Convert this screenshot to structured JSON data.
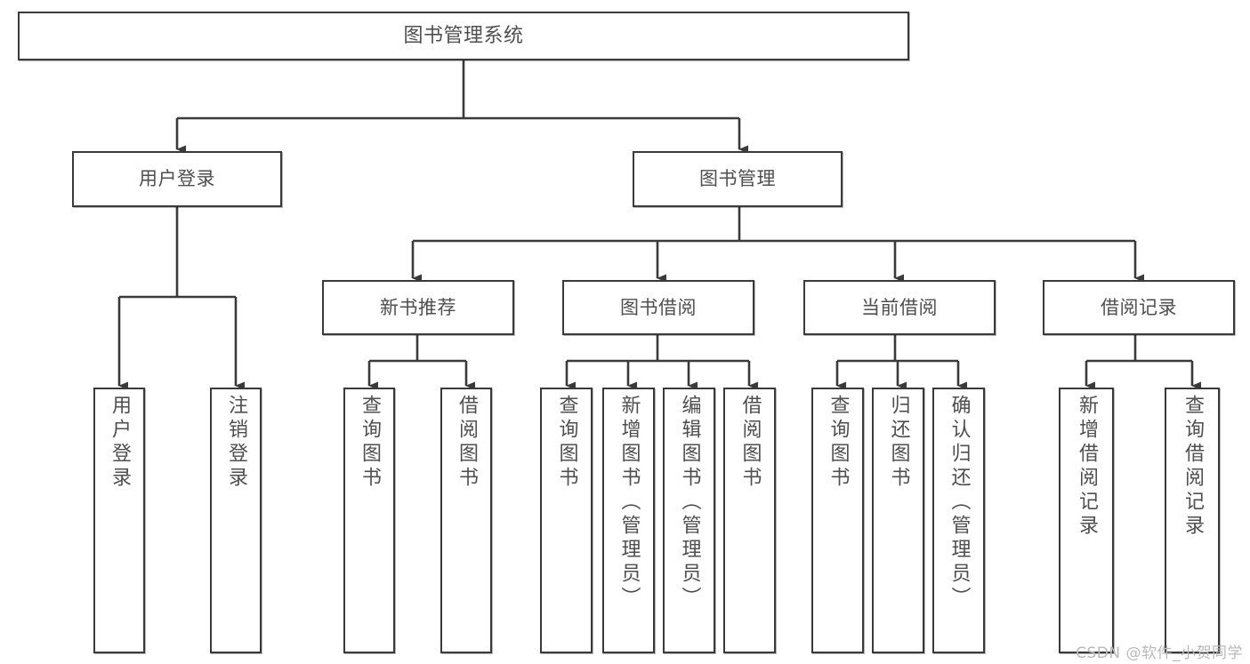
{
  "diagram": {
    "title": "图书管理系统",
    "type": "tree-hierarchy-chart",
    "colors": {
      "stroke": "#3a3a3a",
      "text": "#4f4f4f",
      "background": "#ffffff",
      "watermark": "#b9b9b9"
    },
    "root": {
      "label": "图书管理系统"
    },
    "level2": [
      {
        "label": "用户登录"
      },
      {
        "label": "图书管理"
      }
    ],
    "level3": [
      {
        "label": "新书推荐"
      },
      {
        "label": "图书借阅"
      },
      {
        "label": "当前借阅"
      },
      {
        "label": "借阅记录"
      }
    ],
    "leaves": {
      "user_login": [
        {
          "label": "用户登录"
        },
        {
          "label": "注销登录"
        }
      ],
      "new_book": [
        {
          "label": "查询图书"
        },
        {
          "label": "借阅图书"
        }
      ],
      "book_borrow": [
        {
          "label": "查询图书"
        },
        {
          "label": "新增图书（管理员）"
        },
        {
          "label": "编辑图书（管理员）"
        },
        {
          "label": "借阅图书"
        }
      ],
      "current_borrow": [
        {
          "label": "查询图书"
        },
        {
          "label": "归还图书"
        },
        {
          "label": "确认归还（管理员）"
        }
      ],
      "borrow_record": [
        {
          "label": "新增借阅记录"
        },
        {
          "label": "查询借阅记录"
        }
      ]
    },
    "watermark": "CSDN @软件_小贺同学"
  }
}
